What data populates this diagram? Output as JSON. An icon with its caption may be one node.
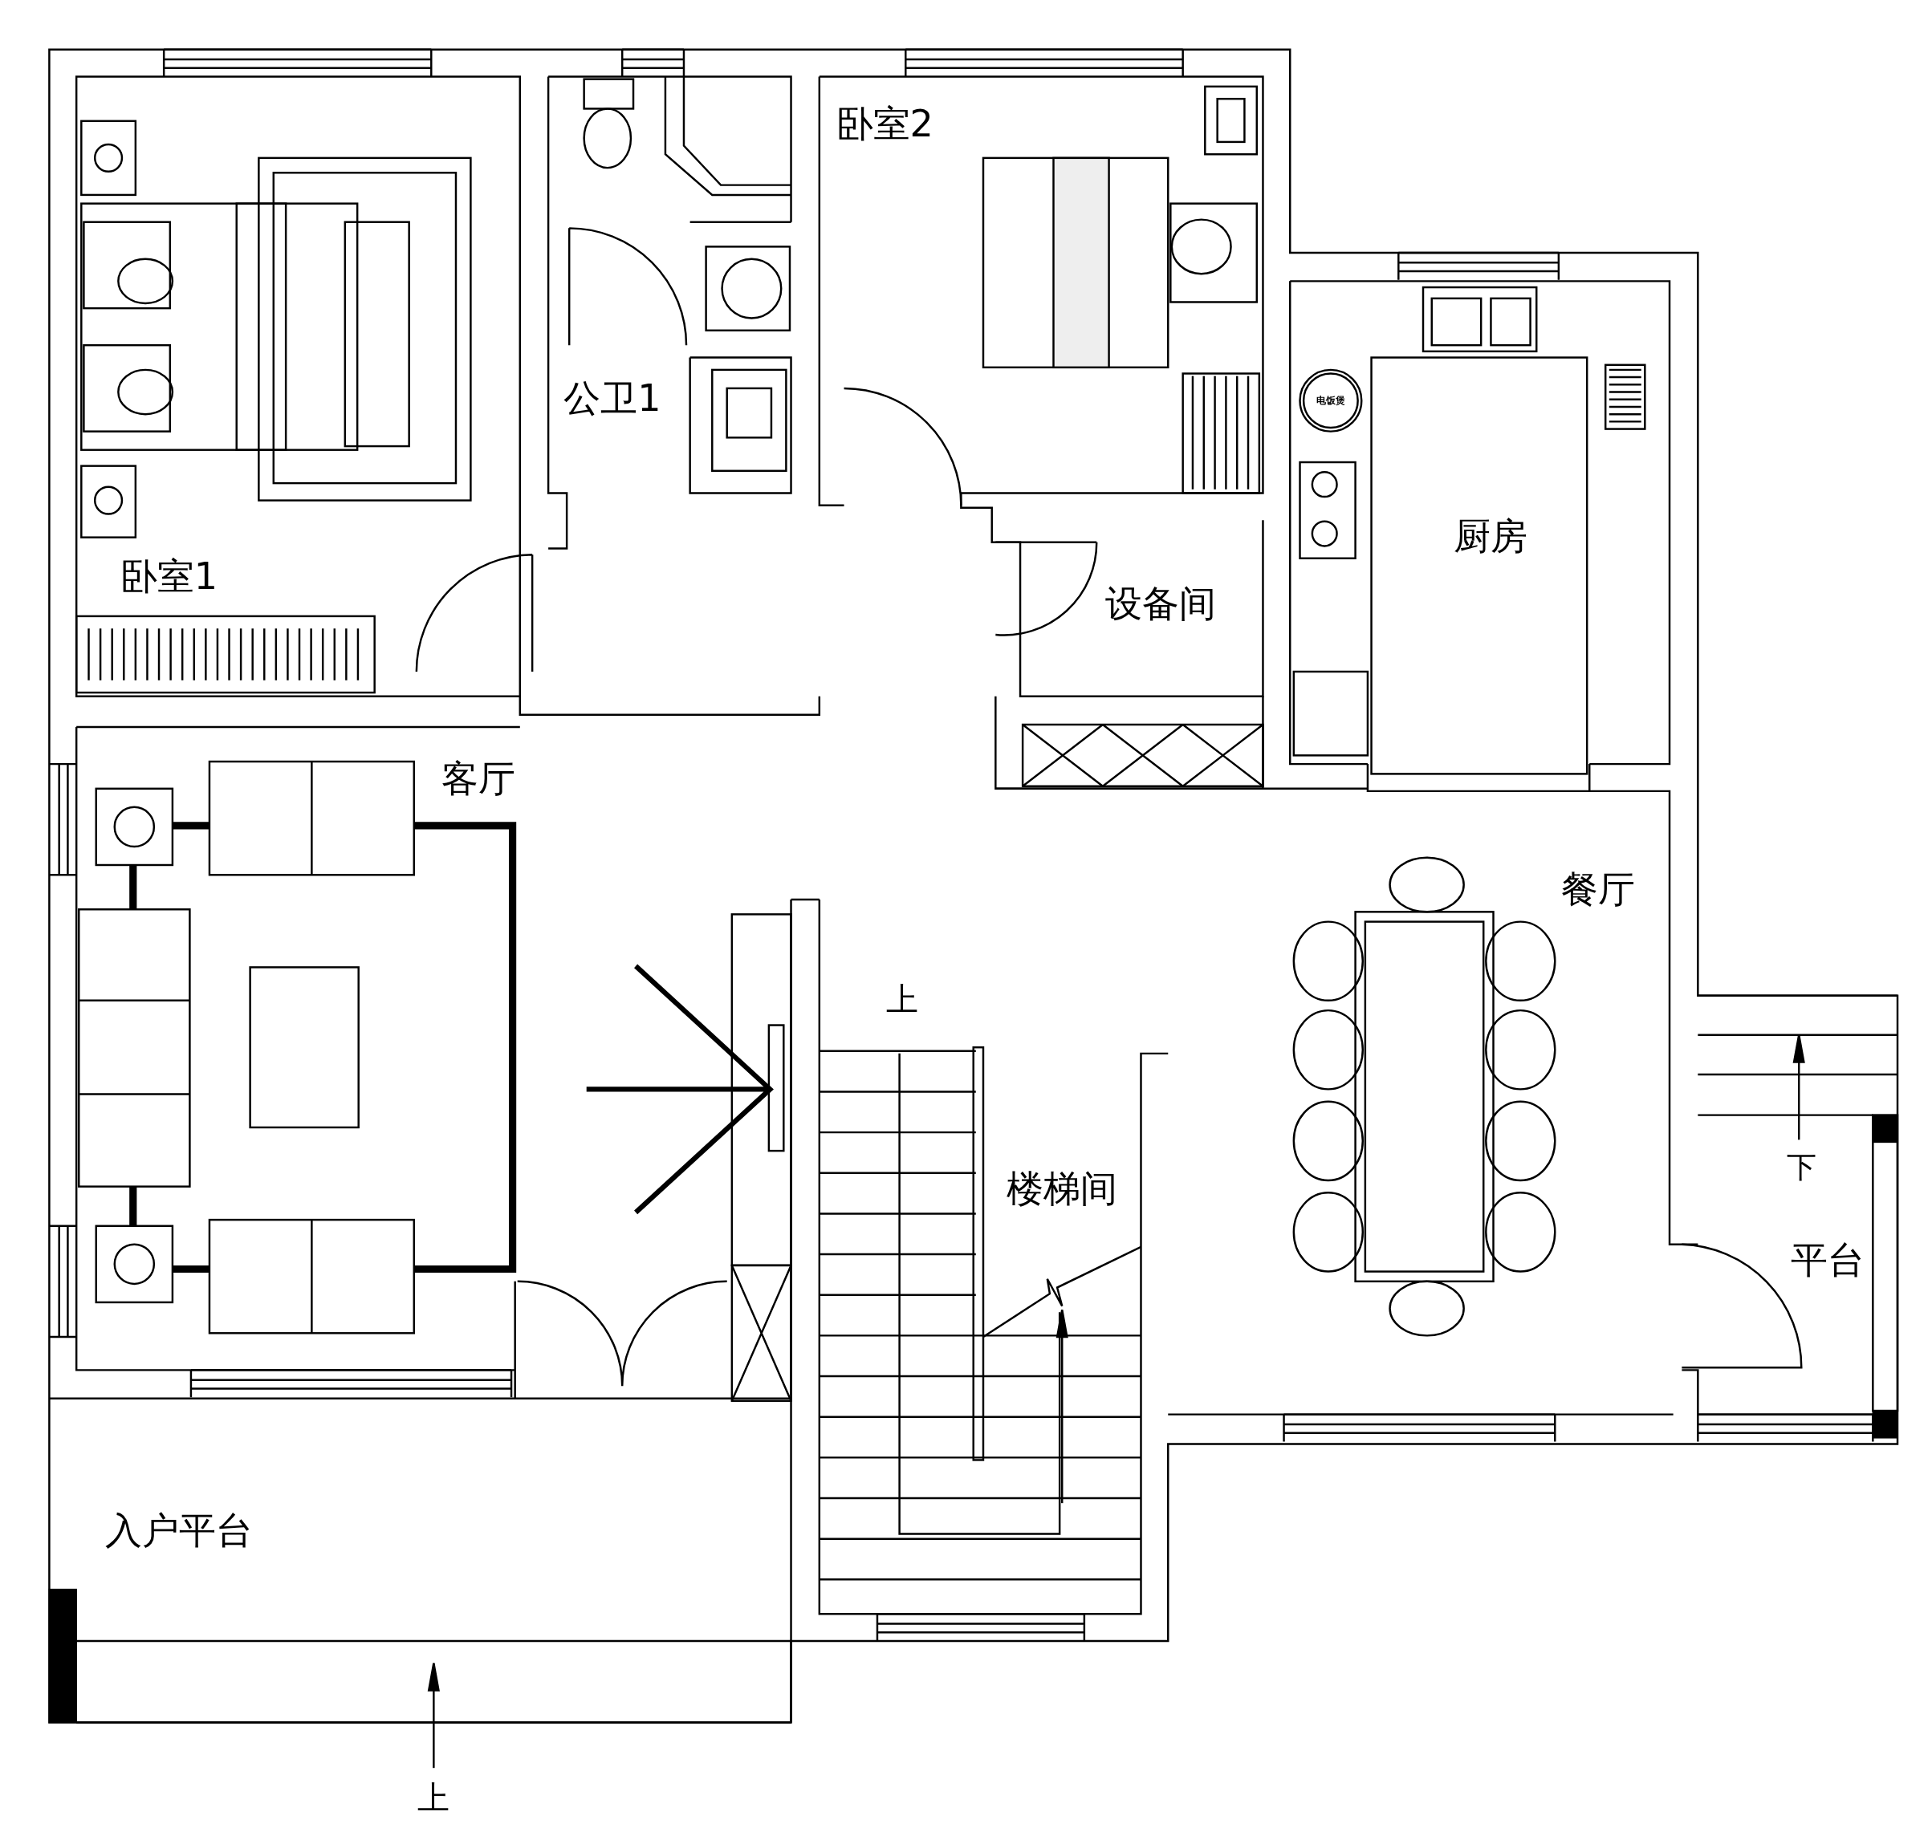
{
  "diagram": {
    "labels": [
      "卧室2",
      "公卫1",
      "电饭煲",
      "厨房",
      "卧室1",
      "设备间",
      "客厅",
      "餐厅",
      "上",
      "楼梯间",
      "下",
      "平台",
      "入户平台",
      "上"
    ]
  }
}
